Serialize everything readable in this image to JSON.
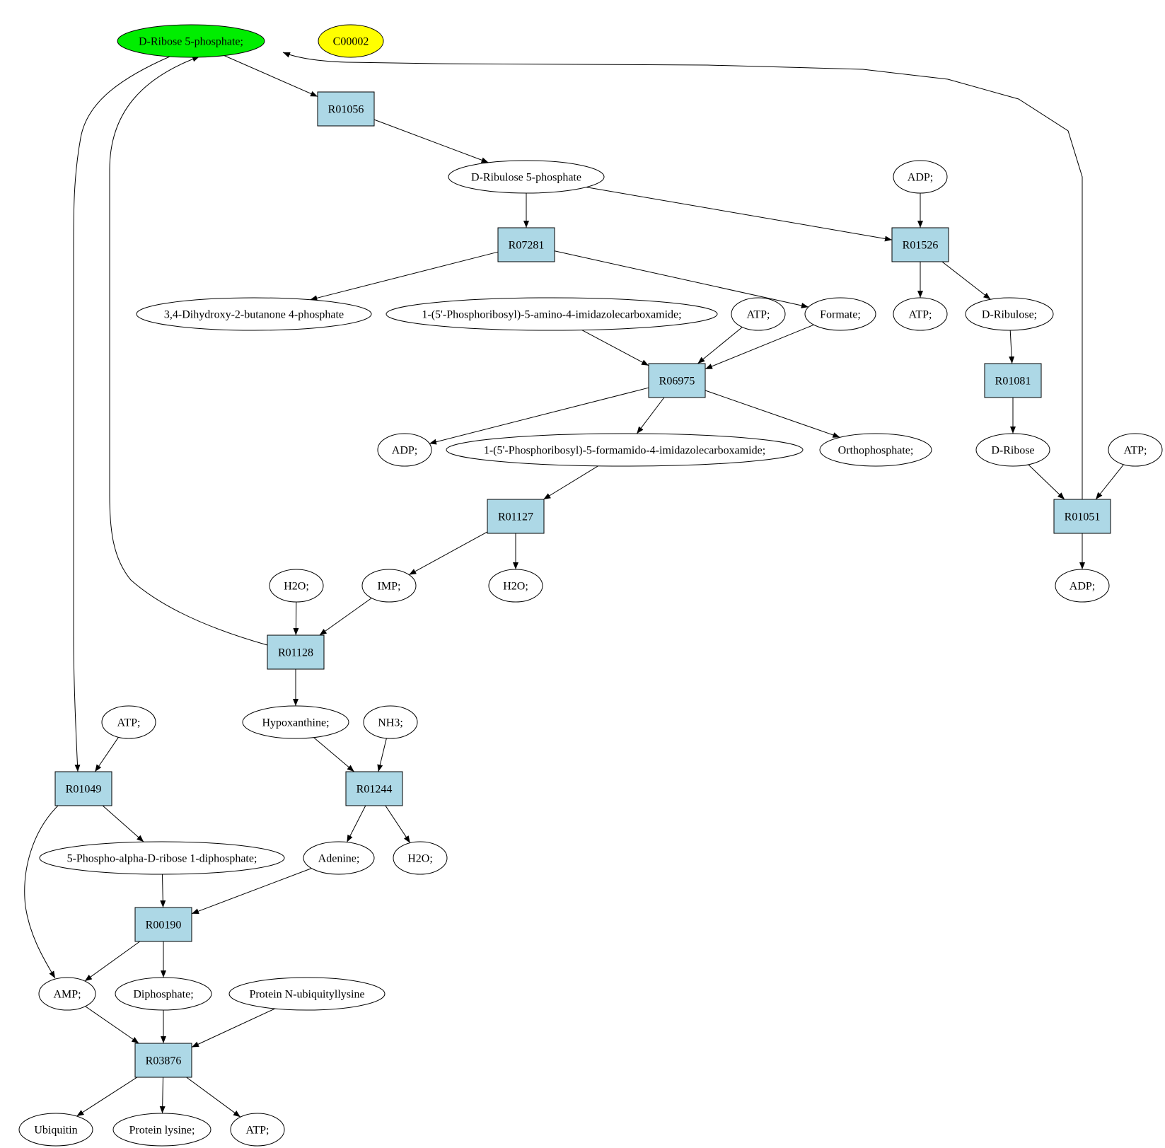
{
  "colors": {
    "reaction_fill": "#add8e6",
    "start_compound_fill": "#00ee00",
    "marker_compound_fill": "#ffff00",
    "compound_fill": "#ffffff",
    "stroke": "#000000"
  },
  "compounds": [
    {
      "id": "r5p",
      "label": "D-Ribose 5-phosphate;",
      "highlight": "start"
    },
    {
      "id": "c00002",
      "label": "C00002",
      "highlight": "marker"
    },
    {
      "id": "ru5p",
      "label": "D-Ribulose 5-phosphate"
    },
    {
      "id": "adp_top",
      "label": "ADP;"
    },
    {
      "id": "dhbp",
      "label": "3,4-Dihydroxy-2-butanone 4-phosphate"
    },
    {
      "id": "aicar",
      "label": "1-(5'-Phosphoribosyl)-5-amino-4-imidazolecarboxamide;"
    },
    {
      "id": "atp_mid",
      "label": "ATP;"
    },
    {
      "id": "formate",
      "label": "Formate;"
    },
    {
      "id": "atp_r01526",
      "label": "ATP;"
    },
    {
      "id": "ribulose",
      "label": "D-Ribulose;"
    },
    {
      "id": "adp_r06975",
      "label": "ADP;"
    },
    {
      "id": "faicar",
      "label": "1-(5'-Phosphoribosyl)-5-formamido-4-imidazolecarboxamide;"
    },
    {
      "id": "orthophosphate",
      "label": "Orthophosphate;"
    },
    {
      "id": "ribose",
      "label": "D-Ribose"
    },
    {
      "id": "atp_r01051",
      "label": "ATP;"
    },
    {
      "id": "h2o_r01128",
      "label": "H2O;"
    },
    {
      "id": "imp",
      "label": "IMP;"
    },
    {
      "id": "h2o_r01127",
      "label": "H2O;"
    },
    {
      "id": "adp_r01051",
      "label": "ADP;"
    },
    {
      "id": "atp_r01049",
      "label": "ATP;"
    },
    {
      "id": "hypoxanthine",
      "label": "Hypoxanthine;"
    },
    {
      "id": "nh3",
      "label": "NH3;"
    },
    {
      "id": "prpp",
      "label": "5-Phospho-alpha-D-ribose 1-diphosphate;"
    },
    {
      "id": "adenine",
      "label": "Adenine;"
    },
    {
      "id": "h2o_r01244",
      "label": "H2O;"
    },
    {
      "id": "amp",
      "label": "AMP;"
    },
    {
      "id": "diphosphate",
      "label": "Diphosphate;"
    },
    {
      "id": "prot_ub",
      "label": "Protein N-ubiquityllysine"
    },
    {
      "id": "ubiquitin",
      "label": "Ubiquitin"
    },
    {
      "id": "prot_lys",
      "label": "Protein lysine;"
    },
    {
      "id": "atp_r03876",
      "label": "ATP;"
    }
  ],
  "reactions": [
    {
      "id": "R01056",
      "label": "R01056"
    },
    {
      "id": "R07281",
      "label": "R07281"
    },
    {
      "id": "R01526",
      "label": "R01526"
    },
    {
      "id": "R06975",
      "label": "R06975"
    },
    {
      "id": "R01081",
      "label": "R01081"
    },
    {
      "id": "R01127",
      "label": "R01127"
    },
    {
      "id": "R01051",
      "label": "R01051"
    },
    {
      "id": "R01128",
      "label": "R01128"
    },
    {
      "id": "R01049",
      "label": "R01049"
    },
    {
      "id": "R01244",
      "label": "R01244"
    },
    {
      "id": "R00190",
      "label": "R00190"
    },
    {
      "id": "R03876",
      "label": "R03876"
    }
  ],
  "edges": [
    {
      "from": "r5p",
      "to": "R01056"
    },
    {
      "from": "R01056",
      "to": "ru5p"
    },
    {
      "from": "ru5p",
      "to": "R07281"
    },
    {
      "from": "ru5p",
      "to": "R01526"
    },
    {
      "from": "adp_top",
      "to": "R01526"
    },
    {
      "from": "R07281",
      "to": "dhbp"
    },
    {
      "from": "R07281",
      "to": "formate"
    },
    {
      "from": "R01526",
      "to": "atp_r01526"
    },
    {
      "from": "R01526",
      "to": "ribulose"
    },
    {
      "from": "aicar",
      "to": "R06975"
    },
    {
      "from": "atp_mid",
      "to": "R06975"
    },
    {
      "from": "formate",
      "to": "R06975"
    },
    {
      "from": "R06975",
      "to": "adp_r06975"
    },
    {
      "from": "R06975",
      "to": "faicar"
    },
    {
      "from": "R06975",
      "to": "orthophosphate"
    },
    {
      "from": "ribulose",
      "to": "R01081"
    },
    {
      "from": "R01081",
      "to": "ribose"
    },
    {
      "from": "ribose",
      "to": "R01051"
    },
    {
      "from": "atp_r01051",
      "to": "R01051"
    },
    {
      "from": "R01051",
      "to": "adp_r01051"
    },
    {
      "from": "R01051",
      "to": "r5p"
    },
    {
      "from": "faicar",
      "to": "R01127"
    },
    {
      "from": "R01127",
      "to": "imp"
    },
    {
      "from": "R01127",
      "to": "h2o_r01127"
    },
    {
      "from": "h2o_r01128",
      "to": "R01128"
    },
    {
      "from": "imp",
      "to": "R01128"
    },
    {
      "from": "R01128",
      "to": "r5p"
    },
    {
      "from": "R01128",
      "to": "hypoxanthine"
    },
    {
      "from": "r5p",
      "to": "R01049"
    },
    {
      "from": "atp_r01049",
      "to": "R01049"
    },
    {
      "from": "R01049",
      "to": "prpp"
    },
    {
      "from": "R01049",
      "to": "amp"
    },
    {
      "from": "hypoxanthine",
      "to": "R01244"
    },
    {
      "from": "nh3",
      "to": "R01244"
    },
    {
      "from": "R01244",
      "to": "adenine"
    },
    {
      "from": "R01244",
      "to": "h2o_r01244"
    },
    {
      "from": "prpp",
      "to": "R00190"
    },
    {
      "from": "adenine",
      "to": "R00190"
    },
    {
      "from": "R00190",
      "to": "amp"
    },
    {
      "from": "R00190",
      "to": "diphosphate"
    },
    {
      "from": "amp",
      "to": "R03876"
    },
    {
      "from": "diphosphate",
      "to": "R03876"
    },
    {
      "from": "prot_ub",
      "to": "R03876"
    },
    {
      "from": "R03876",
      "to": "ubiquitin"
    },
    {
      "from": "R03876",
      "to": "prot_lys"
    },
    {
      "from": "R03876",
      "to": "atp_r03876"
    }
  ]
}
